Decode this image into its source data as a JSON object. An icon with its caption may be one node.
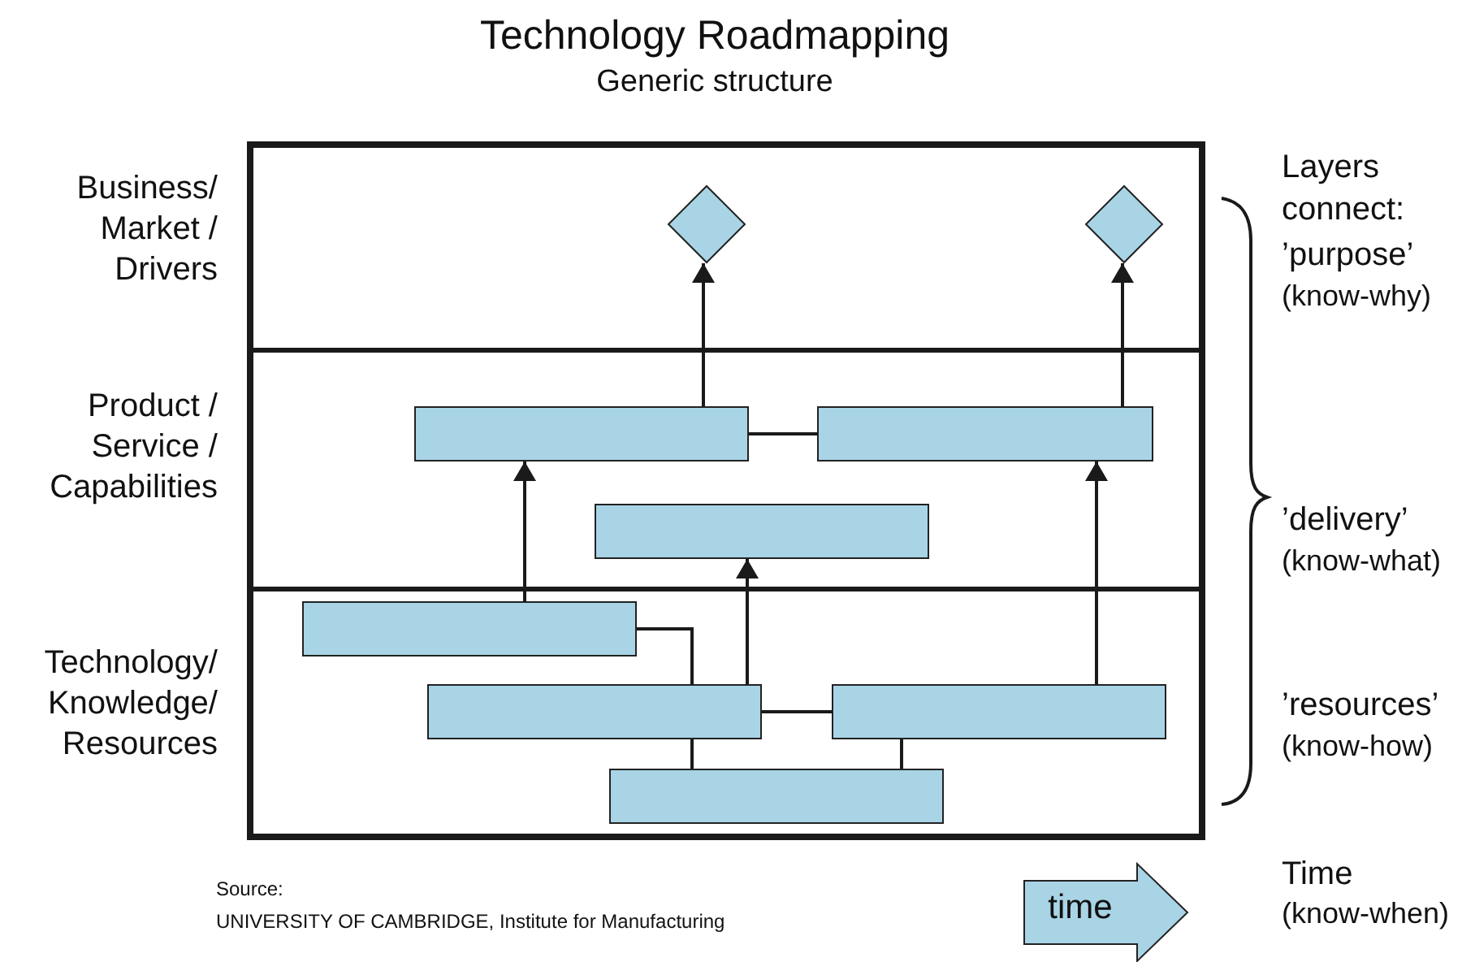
{
  "diagram": {
    "title": "Technology Roadmapping",
    "nodes": [
      {
        "text": [
          "Business/ Market / Drivers"
        ]
      },
      {
        "text": [],
        "shape": "diamond",
        "in": 0
      },
      {
        "text": [],
        "shape": "diamond",
        "in": 0
      },
      {
        "text": [
          "Product / Service / Capabilities"
        ]
      },
      {
        "text": [],
        "shape": "bar",
        "in": 3
      },
      {
        "text": [],
        "shape": "bar",
        "in": 3
      },
      {
        "text": [],
        "shape": "bar",
        "in": 3
      },
      {
        "text": [
          "Technology/ Knowledge/ Resources"
        ]
      },
      {
        "text": [],
        "shape": "bar",
        "in": 7
      },
      {
        "text": [],
        "shape": "bar",
        "in": 7
      },
      {
        "text": [],
        "shape": "bar",
        "in": 7
      },
      {
        "text": [],
        "shape": "bar",
        "in": 7
      },
      {
        "text": [
          "time"
        ]
      }
    ],
    "edges": [
      {
        "from": 4,
        "to": 1,
        "arrow": "to"
      },
      {
        "from": 5,
        "to": 2,
        "arrow": "to"
      },
      {
        "from": 4,
        "to": 5,
        "arrow": "none"
      },
      {
        "from": 8,
        "to": 4,
        "arrow": "to"
      },
      {
        "from": 9,
        "to": 6,
        "arrow": "to"
      },
      {
        "from": 10,
        "to": 5,
        "arrow": "to"
      },
      {
        "from": 8,
        "to": 9,
        "arrow": "none"
      },
      {
        "from": 9,
        "to": 10,
        "arrow": "none"
      },
      {
        "from": 9,
        "to": 11,
        "arrow": "none"
      },
      {
        "from": 10,
        "to": 11,
        "arrow": "none"
      }
    ],
    "labels": [
      "Generic structure",
      "Layers connect:",
      "’purpose’",
      "(know-why)",
      "’delivery’",
      "(know-what)",
      "’resources’",
      "(know-how)",
      "Source:",
      "UNIVERSITY OF CAMBRIDGE,  Institute for Manufacturing",
      "Time",
      "(know-when)"
    ]
  }
}
